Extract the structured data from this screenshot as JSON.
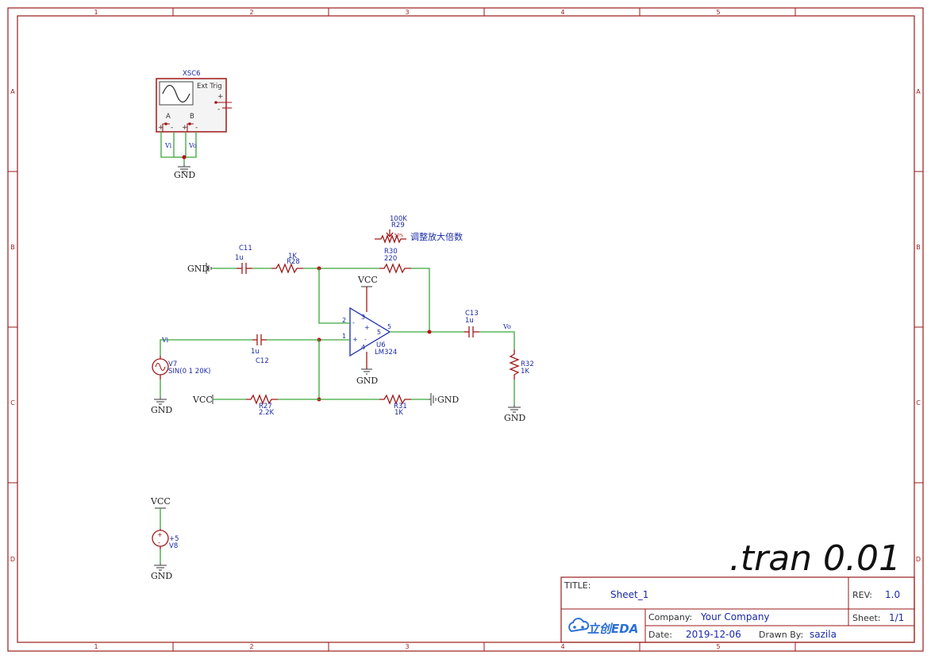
{
  "frame": {
    "columns": [
      "1",
      "2",
      "3",
      "4",
      "5"
    ],
    "rows": [
      "A",
      "B",
      "C",
      "D"
    ]
  },
  "oscilloscope": {
    "designator": "XSC6",
    "trigger_label": "Ext Trig",
    "channel_a": "A",
    "channel_b": "B",
    "plus": "+",
    "minus": "-"
  },
  "net_labels": {
    "gnd": "GND",
    "vcc": "VCC",
    "vi": "Vi",
    "vo": "Vo"
  },
  "components": {
    "c11": {
      "designator": "C11",
      "value": "1u"
    },
    "r28": {
      "designator": "R28",
      "value": "1K"
    },
    "r29": {
      "designator": "R29",
      "value": "100K",
      "wiper": "50%",
      "note": "调整放大倍数"
    },
    "r30": {
      "designator": "R30",
      "value": "220"
    },
    "c12": {
      "designator": "C12",
      "value": "1u"
    },
    "c13": {
      "designator": "C13",
      "value": "1u"
    },
    "r27": {
      "designator": "R27",
      "value": "2.2K"
    },
    "r31": {
      "designator": "R31",
      "value": "1K"
    },
    "r32": {
      "designator": "R32",
      "value": "1K"
    },
    "u6": {
      "designator": "U6",
      "value": "LM324",
      "pins": {
        "in_minus": "2",
        "in_plus": "1",
        "out": "5",
        "vplus": "3",
        "vminus": "4"
      },
      "minus_sign": "-",
      "plus_sign": "+"
    },
    "v7": {
      "designator": "V7",
      "value": "SIN(0 1 20K)"
    },
    "v8": {
      "designator": "V8",
      "value": "+5"
    }
  },
  "spice_directive": ".tran 0.01",
  "title_block": {
    "title_label": "TITLE:",
    "title": "Sheet_1",
    "rev_label": "REV:",
    "rev": "1.0",
    "company_label": "Company:",
    "company": "Your Company",
    "sheet_label": "Sheet:",
    "sheet": "1/1",
    "date_label": "Date:",
    "date": "2019-12-06",
    "drawn_by_label": "Drawn By:",
    "drawn_by": "sazila",
    "logo_text": "立创EDA"
  },
  "colors": {
    "frame": "#9a1a1a",
    "wire": "#3aa63a",
    "component": "#a01818",
    "designator": "#1a2aa8",
    "junction": "#c01010"
  }
}
